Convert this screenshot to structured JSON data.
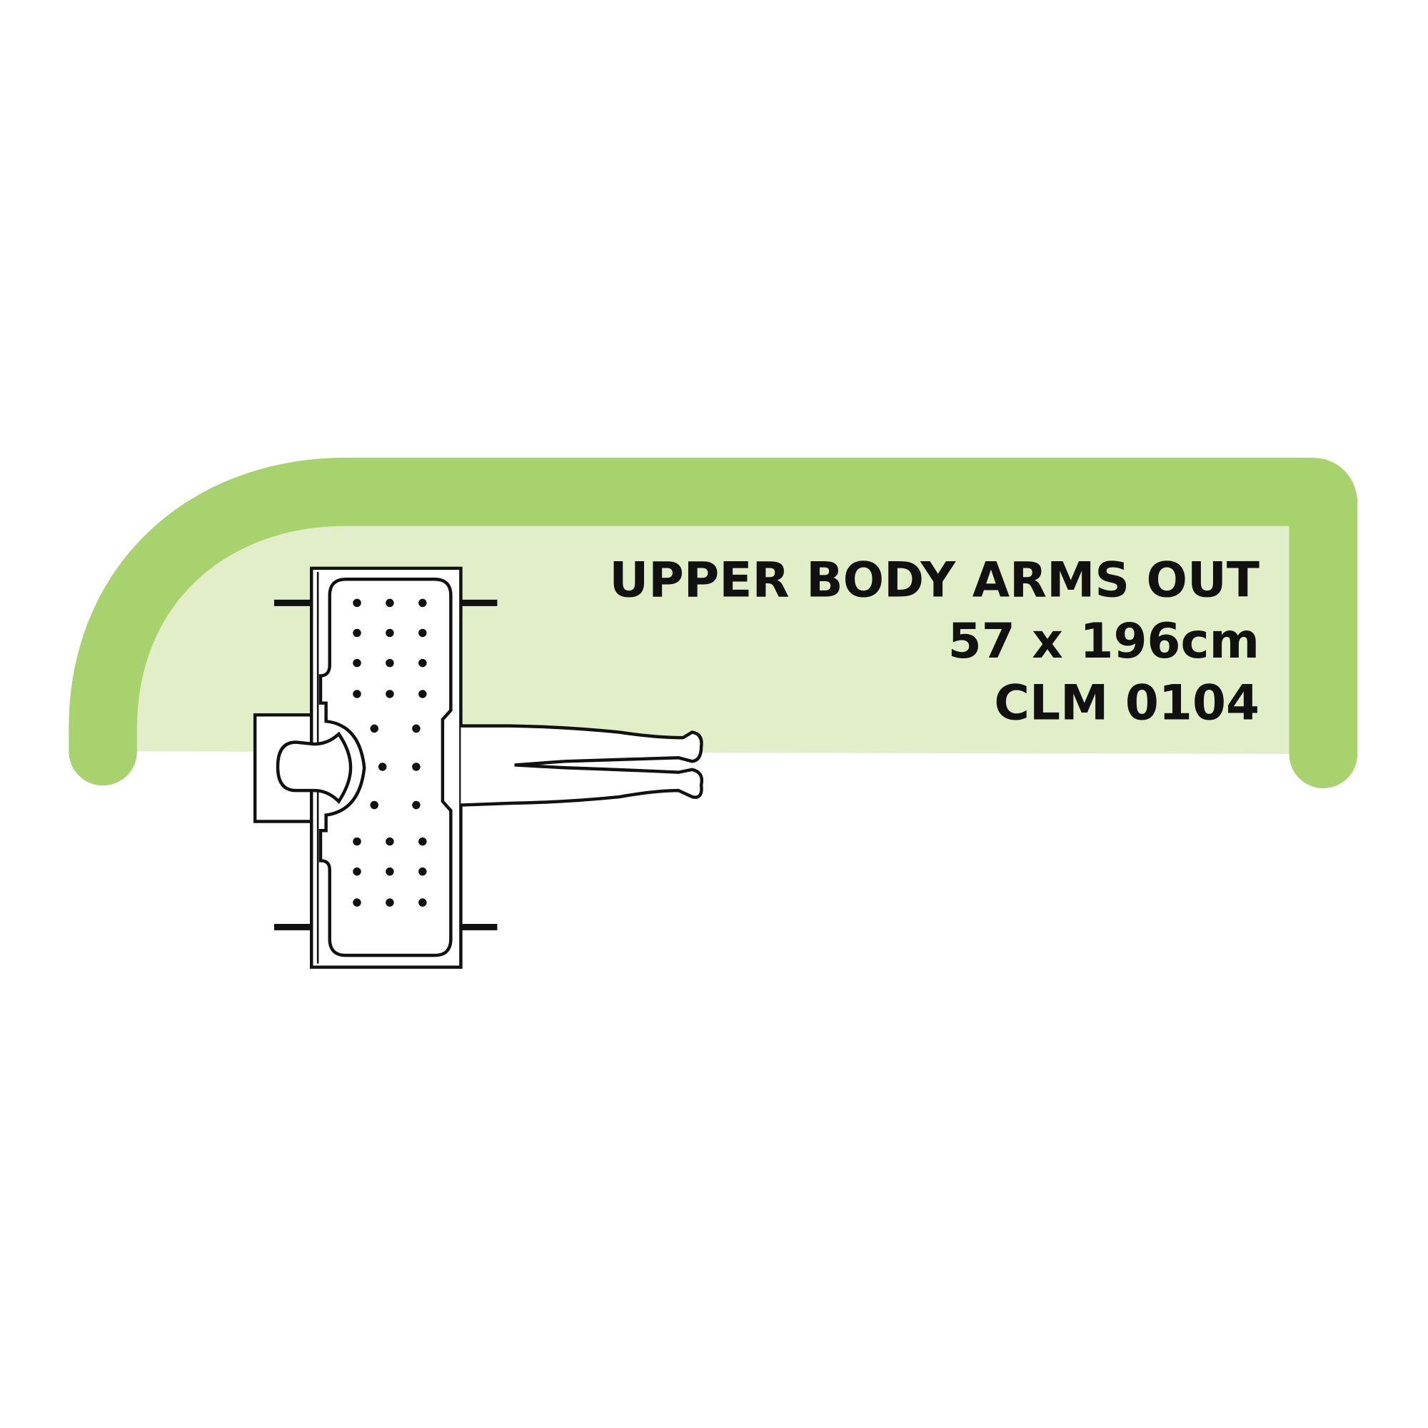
{
  "label": {
    "title": "UPPER BODY ARMS OUT",
    "dimensions": "57 x 196cm",
    "code": "CLM 0104"
  },
  "colors": {
    "band": "#a8d26e",
    "panel": "#e2eec8",
    "ink": "#111111"
  },
  "icons": [
    "operating-table-diagram",
    "patient-figure"
  ]
}
